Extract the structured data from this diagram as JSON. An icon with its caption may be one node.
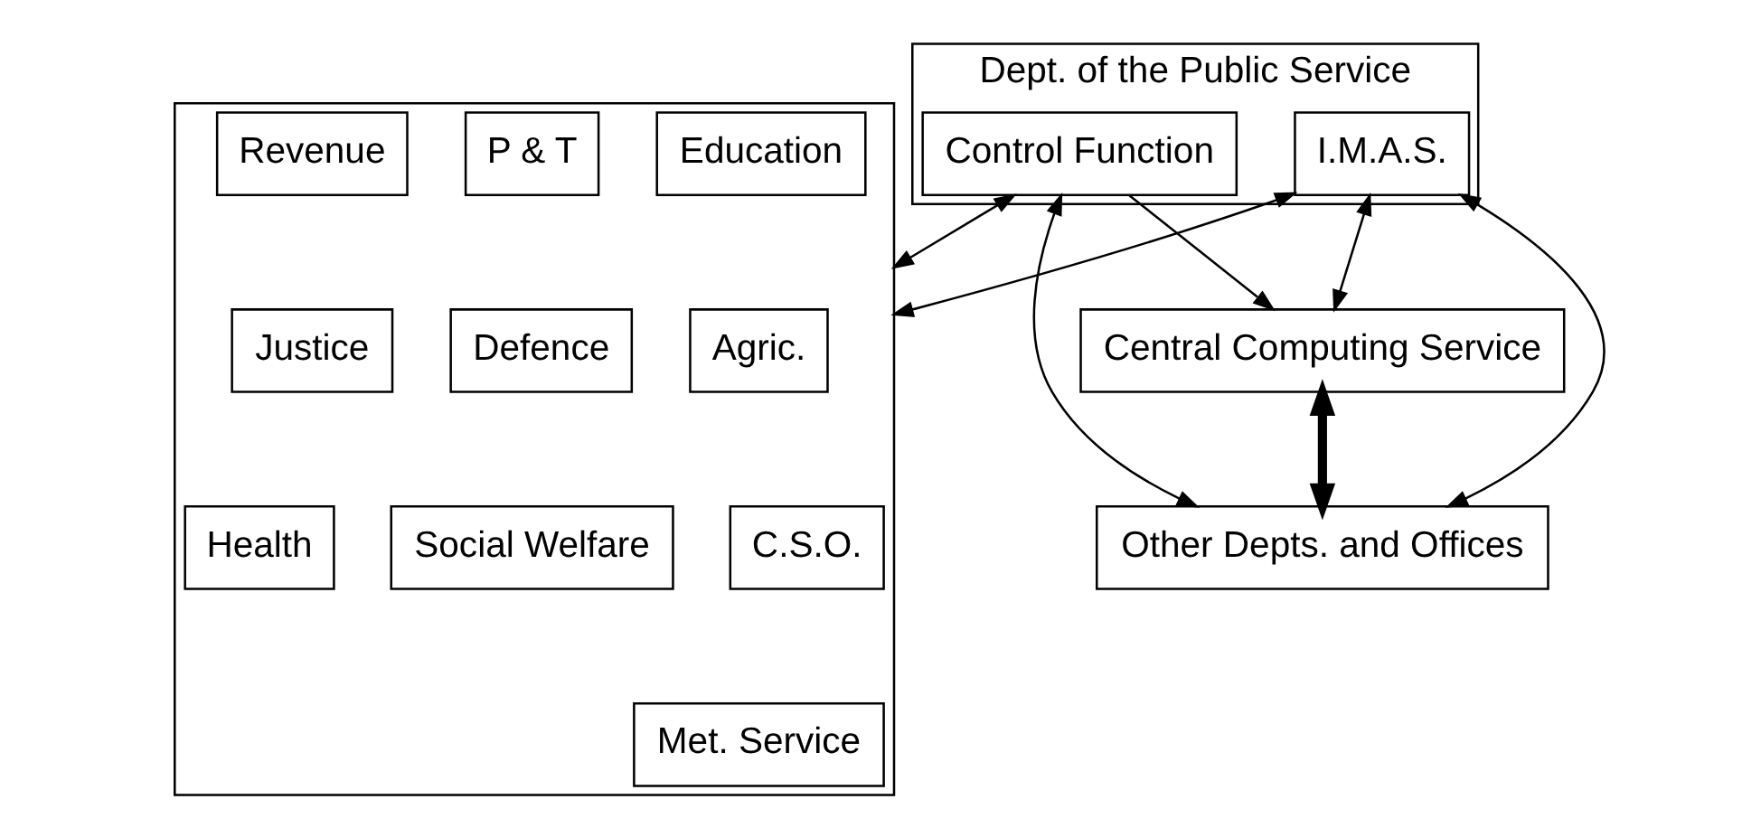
{
  "diagram": {
    "nodes": [
      {
        "text": [
          "Dept. of the Public Service"
        ]
      },
      {
        "text": [
          "Control Function"
        ],
        "in": 0
      },
      {
        "text": [
          "I.M.A.S."
        ],
        "in": 0
      },
      {
        "text": [],
        "shape": "box"
      },
      {
        "text": [
          "Revenue"
        ],
        "in": 3
      },
      {
        "text": [
          "P & T"
        ],
        "in": 3
      },
      {
        "text": [
          "Education"
        ],
        "in": 3
      },
      {
        "text": [
          "Justice"
        ],
        "in": 3
      },
      {
        "text": [
          "Defence"
        ],
        "in": 3
      },
      {
        "text": [
          "Agric."
        ],
        "in": 3
      },
      {
        "text": [
          "Health"
        ],
        "in": 3
      },
      {
        "text": [
          "Social Welfare"
        ],
        "in": 3
      },
      {
        "text": [
          "C.S.O."
        ],
        "in": 3
      },
      {
        "text": [
          "Met. Service"
        ],
        "in": 3
      },
      {
        "text": [
          "Central Computing Service"
        ]
      },
      {
        "text": [
          "Other Depts. and Offices"
        ]
      }
    ],
    "edges": [
      {
        "from": 1,
        "to": 14,
        "arrow": "to"
      },
      {
        "from": 2,
        "to": 14,
        "arrow": "both"
      },
      {
        "from": 1,
        "to": 3,
        "arrow": "both"
      },
      {
        "from": 2,
        "to": 3,
        "arrow": "both"
      },
      {
        "from": 1,
        "to": 15,
        "arrow": "both"
      },
      {
        "from": 2,
        "to": 15,
        "arrow": "both"
      },
      {
        "from": 14,
        "to": 15,
        "arrow": "both",
        "style": "thick"
      }
    ]
  }
}
